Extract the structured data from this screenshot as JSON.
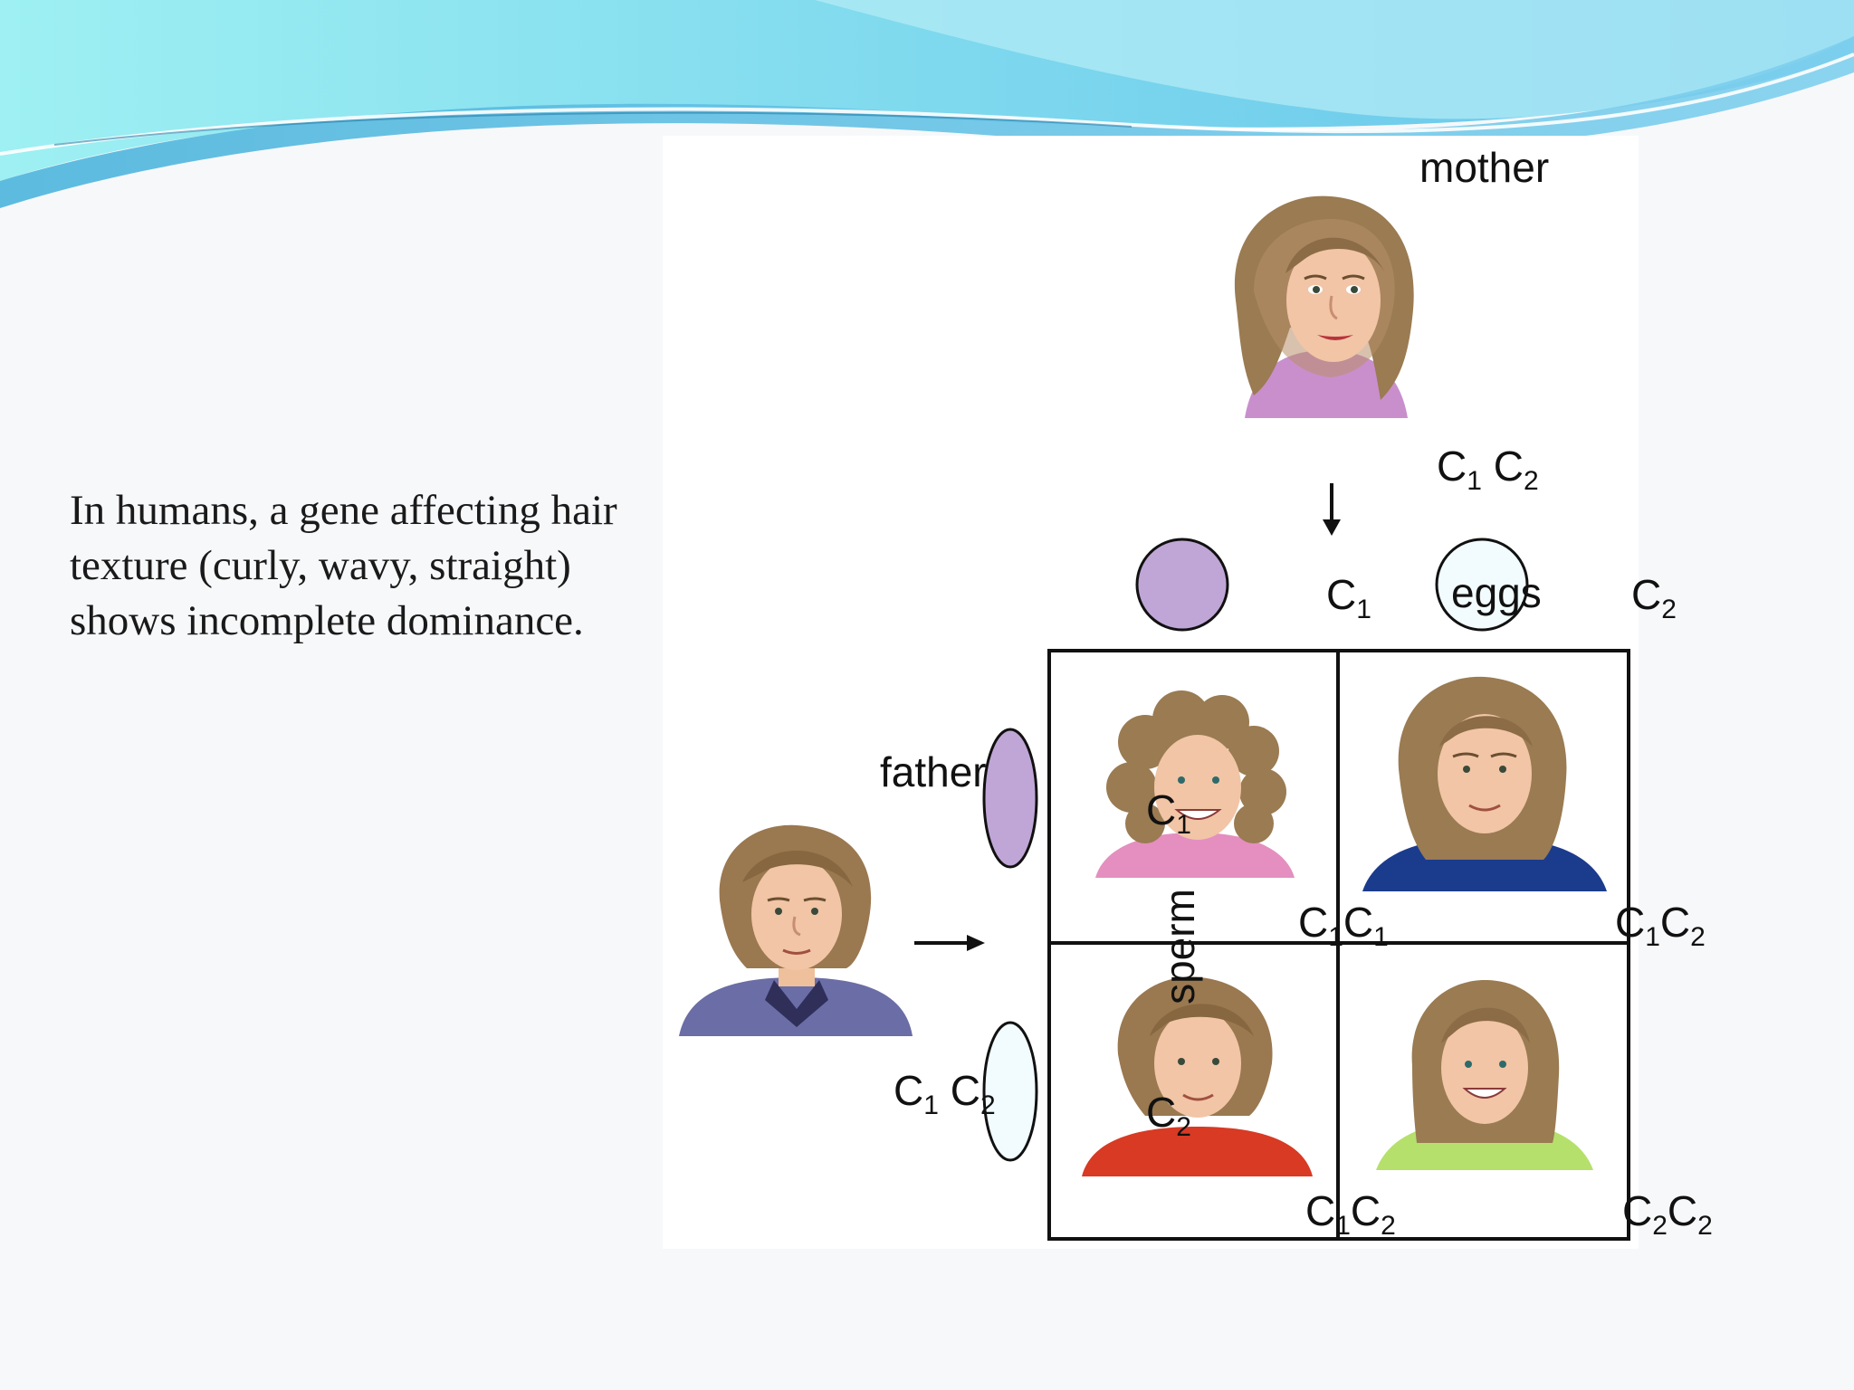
{
  "slide": {
    "body_text": "In humans, a gene affecting hair texture (curly, wavy, straight) shows incomplete dominance.",
    "colors": {
      "banner_light": "#8fe6ef",
      "banner_mid": "#5cc6e6",
      "banner_dark": "#3aa8d8",
      "egg_fill": "#c0a6d6",
      "pale_fill": "#f2fbfd",
      "grid": "#111111"
    }
  },
  "diagram": {
    "mother_label": "mother",
    "father_label": "father",
    "eggs_label": "eggs",
    "sperm_label": "sperm",
    "allele_letter": "C",
    "sub_1": "1",
    "sub_2": "2"
  }
}
